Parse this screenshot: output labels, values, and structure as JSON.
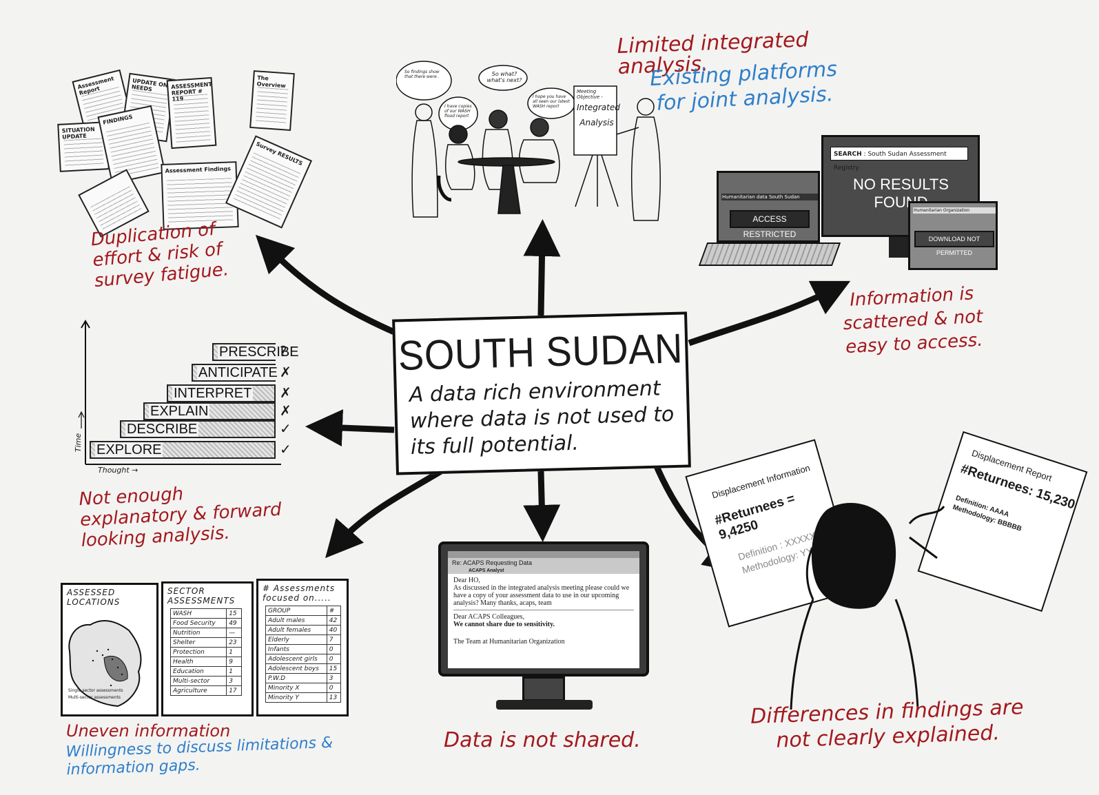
{
  "center": {
    "title": "SOUTH SUDAN",
    "subtitle": "A data rich environment where data is not used to its full potential."
  },
  "top_left": {
    "caption": "Duplication of effort & risk of survey fatigue.",
    "docs": [
      "Assessment Report",
      "UPDATE ON NEEDS",
      "ASSESSMENT REPORT # 119",
      "The Overview",
      "SITUATION UPDATE",
      "FINDINGS",
      "Assessment Findings",
      "Survey RESULTS"
    ]
  },
  "top_center": {
    "caption_red": "Limited integrated analysis.",
    "caption_blue": "Existing platforms for joint analysis.",
    "bubbles": [
      "So findings show that there were .",
      "So what? what's next?",
      "I hope you have all seen our latest WASH report",
      "I have copies of our WASH flood report"
    ],
    "board_title": "Meeting Objective -",
    "board_text": "Integrated Analysis"
  },
  "top_right": {
    "caption": "Information is scattered & not easy to access.",
    "search_label": "SEARCH",
    "search_value": "South Sudan Assessment Registry",
    "no_results": "NO RESULTS FOUND",
    "laptop_header": "Humanitarian data South Sudan",
    "access_restricted": "ACCESS RESTRICTED",
    "tablet_header": "Humanitarian Organization",
    "download_denied": "DOWNLOAD NOT PERMITTED"
  },
  "middle_left": {
    "caption": "Not enough explanatory & forward looking analysis.",
    "steps": [
      "PRESCRIBE",
      "ANTICIPATE",
      "INTERPRET",
      "EXPLAIN",
      "DESCRIBE",
      "EXPLORE"
    ],
    "marks": [
      "?",
      "✗",
      "✗",
      "✗",
      "✓",
      "✓"
    ],
    "y_axis": "Time",
    "x_axis": "Thought →"
  },
  "bottom_left": {
    "caption_red": "Uneven information",
    "caption_blue": "Willingness to discuss limitations & information gaps.",
    "map_title": "ASSESSED LOCATIONS",
    "map_legend": [
      "Single sector assessments",
      "Multi-sector assessments"
    ],
    "sector_title": "SECTOR ASSESSMENTS",
    "sectors": [
      [
        "WASH",
        "15"
      ],
      [
        "Food Security",
        "49"
      ],
      [
        "Nutrition",
        "—"
      ],
      [
        "Shelter",
        "23"
      ],
      [
        "Protection",
        "1"
      ],
      [
        "Health",
        "9"
      ],
      [
        "Education",
        "1"
      ],
      [
        "Multi-sector",
        "3"
      ],
      [
        "Agriculture",
        "17"
      ]
    ],
    "groups_title": "# Assessments focused on.....",
    "groups_header": [
      "GROUP",
      "#"
    ],
    "groups": [
      [
        "Adult males",
        "42"
      ],
      [
        "Adult females",
        "40"
      ],
      [
        "Elderly",
        "7"
      ],
      [
        "Infants",
        "0"
      ],
      [
        "Adolescent girls",
        "0"
      ],
      [
        "Adolescent boys",
        "15"
      ],
      [
        "P.W.D",
        "3"
      ],
      [
        "Minority X",
        "0"
      ],
      [
        "Minority Y",
        "13"
      ]
    ]
  },
  "bottom_center": {
    "caption": "Data is not shared.",
    "subject": "Re: ACAPS Requesting Data",
    "sender": "ACAPS Analyst",
    "greeting": "Dear HO,",
    "body": "As discussed in the integrated analysis meeting please could we have a copy of your assessment data to use in our upcoming analysis? Many thanks, acaps, team",
    "reply_greeting": "Dear ACAPS Colleagues,",
    "reply_body": "We cannot share due to sensitivity.",
    "reply_sign": "The Team at Humanitarian Organization"
  },
  "bottom_right": {
    "caption": "Differences in findings are not clearly explained.",
    "paper1_title": "Displacement Information",
    "paper1_value": "#Returnees = 9,4250",
    "paper1_def": "Definition : XXXXX",
    "paper1_meth": "Methodology: YYYYY",
    "paper2_title": "Displacement Report",
    "paper2_value": "#Returnees: 15,230",
    "paper2_def": "Definition: AAAA",
    "paper2_meth": "Methodology: BBBBB"
  },
  "colors": {
    "red": "#a3191c",
    "blue": "#2e7fc9",
    "ink": "#111111"
  }
}
